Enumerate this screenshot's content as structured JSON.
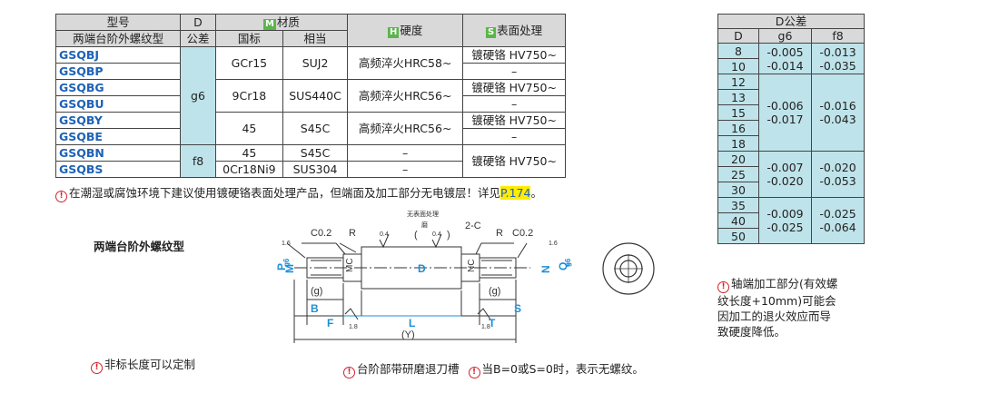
{
  "main_table": {
    "headers": {
      "type_model": "型号",
      "type_name": "两端台阶外螺纹型",
      "d": "D",
      "tolerance": "公差",
      "material_tag": "M",
      "material": "材质",
      "standard": "国标",
      "equivalent": "相当",
      "hardness_tag": "H",
      "hardness": "硬度",
      "surface_tag": "S",
      "surface": "表面处理"
    },
    "codes": [
      "GSQBJ",
      "GSQBP",
      "GSQBG",
      "GSQBU",
      "GSQBY",
      "GSQBE",
      "GSQBN",
      "GSQBS"
    ],
    "tol_g6": "g6",
    "tol_f8": "f8",
    "mat_gb": [
      "GCr15",
      "9Cr18",
      "45",
      "45",
      "0Cr18Ni9"
    ],
    "mat_eq": [
      "SUJ2",
      "SUS440C",
      "S45C",
      "S45C",
      "SUS304"
    ],
    "hardness": [
      "高频淬火HRC58~",
      "高频淬火HRC56~",
      "高频淬火HRC56~",
      "–",
      "–"
    ],
    "surface": [
      "镀硬铬 HV750~",
      "–",
      "镀硬铬 HV750~",
      "–",
      "镀硬铬 HV750~",
      "–",
      "镀硬铬 HV750~"
    ]
  },
  "note_main": {
    "icon": "!",
    "text": "在潮湿或腐蚀环境下建议使用镀硬铬表面处理产品，但端面及加工部分无电镀层！详见",
    "link": "P.174",
    "end": "。"
  },
  "d_table": {
    "title": "D公差",
    "headers": [
      "D",
      "g6",
      "f8"
    ],
    "d_values": [
      "8",
      "10",
      "12",
      "13",
      "15",
      "16",
      "18",
      "20",
      "25",
      "30",
      "35",
      "40",
      "50"
    ],
    "groups": [
      {
        "g6": [
          "-0.005",
          "-0.014"
        ],
        "f8": [
          "-0.013",
          "-0.035"
        ]
      },
      {
        "g6": [
          "-0.006",
          "-0.017"
        ],
        "f8": [
          "-0.016",
          "-0.043"
        ]
      },
      {
        "g6": [
          "-0.007",
          "-0.020"
        ],
        "f8": [
          "-0.020",
          "-0.053"
        ]
      },
      {
        "g6": [
          "-0.009",
          "-0.025"
        ],
        "f8": [
          "-0.025",
          "-0.064"
        ]
      }
    ]
  },
  "note_right": {
    "icon": "!",
    "lines": [
      "轴端加工部分(有效螺",
      "纹长度+10mm)可能会",
      "因加工的退火效应而导",
      "致硬度降低。"
    ]
  },
  "drawing": {
    "type_label": "两端台阶外螺纹型",
    "labels": {
      "c02_left": "C0.2",
      "r_left": "R",
      "ra_04_left": "0.4",
      "no_surface_top": "无表面处理",
      "grind": "磨",
      "paren_ra": "(",
      "paren_close": ")",
      "ra_04_mid": "0.4",
      "two_c": "2-C",
      "r_right": "R",
      "c02_right": "C0.2",
      "ra_16_left": "1.6",
      "ra_16_right": "1.6",
      "p": "P",
      "g6_p": "g6",
      "m_left": "M",
      "mc": "MC",
      "d": "D",
      "nc": "NC",
      "n": "N",
      "q": "Q",
      "g6_q": "g6",
      "g_left": "(g)",
      "g_right": "(g)",
      "b": "B",
      "s": "S",
      "f": "F",
      "t": "T",
      "ra_18_left": "1.8",
      "ra_18_right": "1.8",
      "l": "L",
      "y": "(Y)"
    }
  },
  "note_length": {
    "icon": "!",
    "text": "非标长度可以定制"
  },
  "note_groove": {
    "icon1": "!",
    "text1": "台阶部带研磨退刀槽",
    "icon2": "!",
    "text2": "当B=0或S=0时，表示无螺纹。"
  },
  "colors": {
    "header": "#d9d9d9",
    "tolerance_fill": "#bfe3ea",
    "code_blue": "#1d62b7",
    "dim_blue": "#1d8fd4",
    "tag_green": "#5bb54a",
    "warn_red": "#d2232a",
    "link_yellow": "#ffec00"
  }
}
